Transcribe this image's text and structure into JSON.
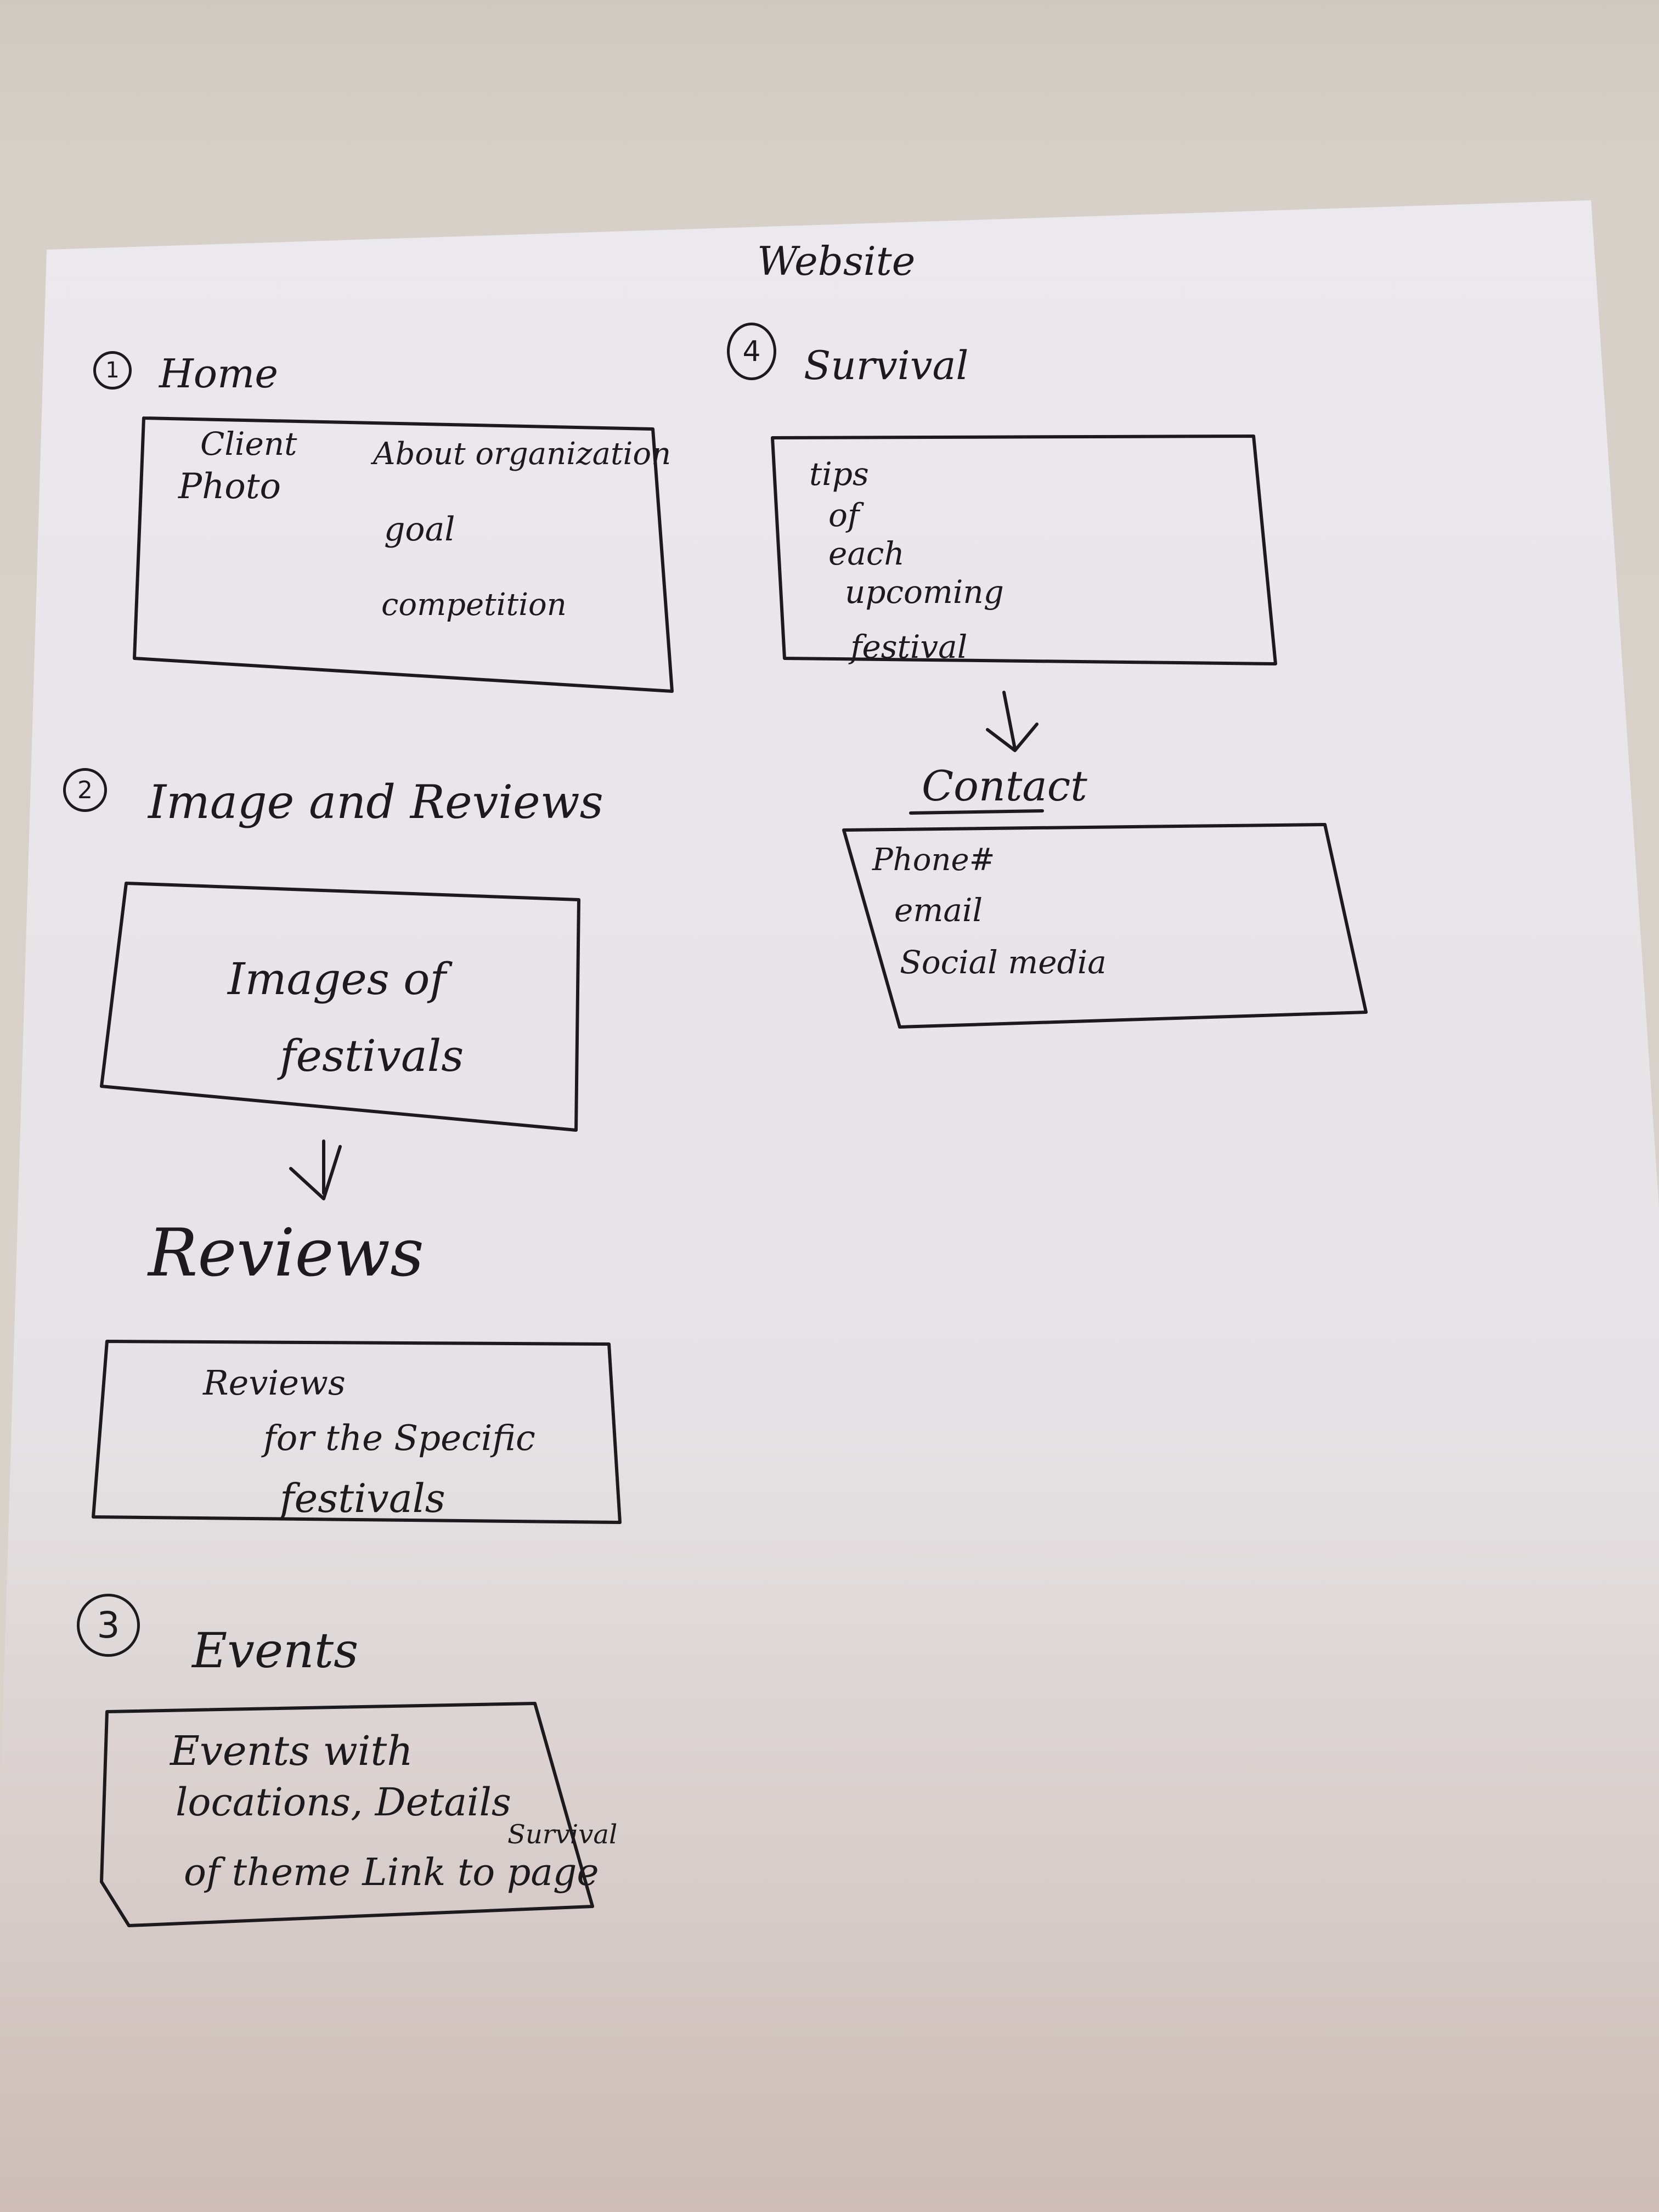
{
  "title": "Website",
  "sections": {
    "home": {
      "number": "1",
      "heading": "Home",
      "box_lines": [
        "Client",
        "Photo",
        "About organization",
        "goal",
        "competition"
      ]
    },
    "image_reviews": {
      "number": "2",
      "heading": "Image and Reviews",
      "box_lines": [
        "Images of",
        "festivals"
      ],
      "subheading": "Reviews",
      "sub_box_lines": [
        "Reviews",
        "for the Specific",
        "festivals"
      ]
    },
    "events": {
      "number": "3",
      "heading": "Events",
      "box_lines": [
        "Events with",
        "locations, Details",
        "of theme Link to page"
      ],
      "insert": "Survival"
    },
    "survival": {
      "number": "4",
      "heading": "Survival",
      "box_lines": [
        "tips",
        "of",
        "each",
        "upcoming",
        "festival"
      ],
      "subheading": "Contact",
      "sub_box_lines": [
        "Phone#",
        "email",
        "Social media"
      ]
    }
  },
  "colors": {
    "ink": "#1c1a1d",
    "paper": "#e9e6ea",
    "desk": "#d3cdc5"
  }
}
